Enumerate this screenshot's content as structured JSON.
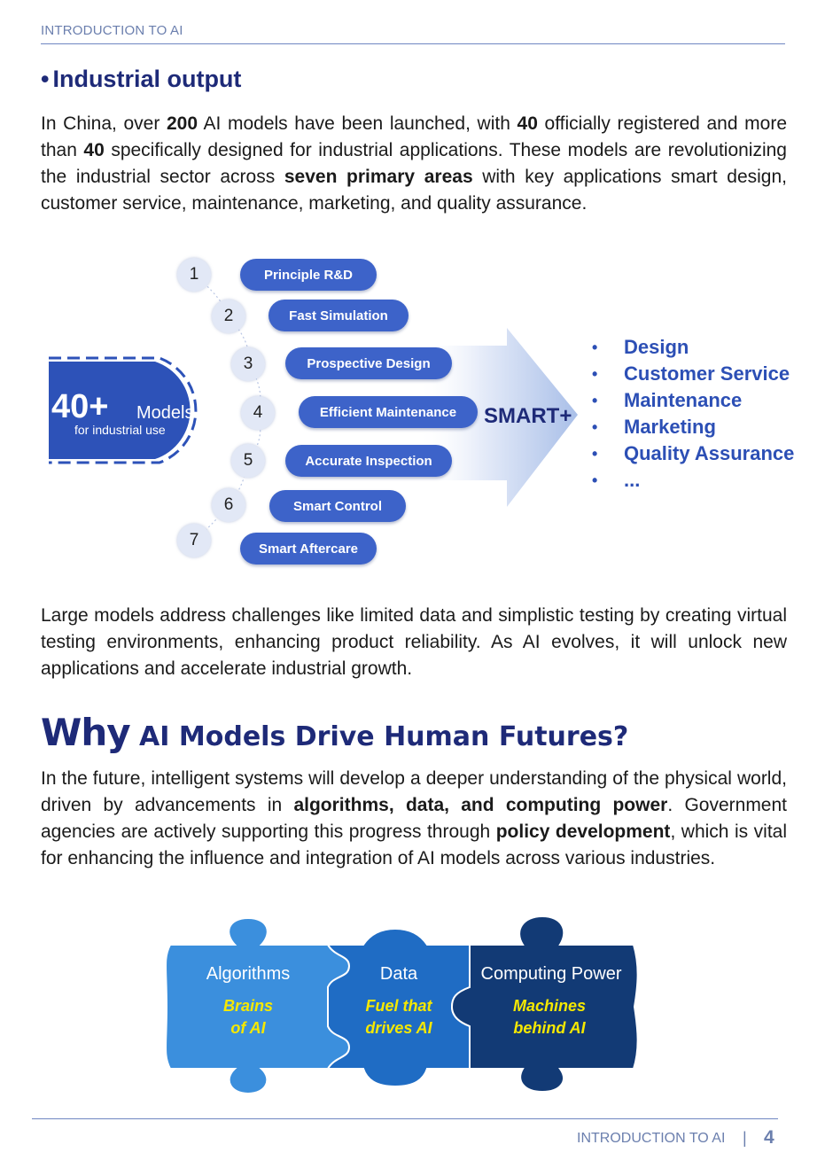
{
  "header": {
    "running_title": "INTRODUCTION TO AI"
  },
  "section1": {
    "heading": "Industrial output",
    "bullet": "•",
    "para1": [
      {
        "t": "In China, over ",
        "b": false
      },
      {
        "t": "200",
        "b": true
      },
      {
        "t": " AI models have been launched, with ",
        "b": false
      },
      {
        "t": "40",
        "b": true
      },
      {
        "t": " officially registered and more than ",
        "b": false
      },
      {
        "t": "40",
        "b": true
      },
      {
        "t": " specifically designed for industrial applications. These models are revolutionizing the industrial sector across ",
        "b": false
      },
      {
        "t": "seven primary areas",
        "b": true
      },
      {
        "t": " with key applications smart design, customer service, maintenance, marketing, and quality assurance.",
        "b": false
      }
    ]
  },
  "diagram": {
    "badge_number": "40+",
    "badge_word": "Models",
    "badge_caption": "for industrial use",
    "steps": [
      {
        "n": "1",
        "label": "Principle R&D"
      },
      {
        "n": "2",
        "label": "Fast Simulation"
      },
      {
        "n": "3",
        "label": "Prospective Design"
      },
      {
        "n": "4",
        "label": "Efficient Maintenance"
      },
      {
        "n": "5",
        "label": "Accurate Inspection"
      },
      {
        "n": "6",
        "label": "Smart Control"
      },
      {
        "n": "7",
        "label": "Smart Aftercare"
      }
    ],
    "arrow_label": "SMART+",
    "outcomes": [
      "Design",
      "Customer Service",
      "Maintenance",
      "Marketing",
      "Quality Assurance",
      "..."
    ],
    "bullet": "•"
  },
  "para2": "Large models address challenges like limited data and simplistic testing by creating virtual testing environments, enhancing product reliability. As AI evolves, it will unlock new applications and accelerate industrial growth.",
  "section2": {
    "heading_big": "Why",
    "heading_rest": " AI Models Drive Human Futures?",
    "para": [
      {
        "t": "In the future, intelligent systems will develop a deeper understanding of the physical world, driven by advancements in ",
        "b": false
      },
      {
        "t": "algorithms, data, and computing power",
        "b": true
      },
      {
        "t": ". Government agencies are actively supporting this progress through ",
        "b": false
      },
      {
        "t": "policy development",
        "b": true
      },
      {
        "t": ", which is vital for enhancing the influence and integration of AI models across various industries.",
        "b": false
      }
    ]
  },
  "puzzle": [
    {
      "title": "Algorithms",
      "sub1": "Brains",
      "sub2": "of AI",
      "color": "#3b8fdd"
    },
    {
      "title": "Data",
      "sub1": "Fuel that",
      "sub2": "drives AI",
      "color": "#1f6cc4"
    },
    {
      "title": "Computing Power",
      "sub1": "Machines",
      "sub2": "behind AI",
      "color": "#123a75"
    }
  ],
  "footer": {
    "running_title": "INTRODUCTION TO AI",
    "separator": "|",
    "page_number": "4"
  }
}
